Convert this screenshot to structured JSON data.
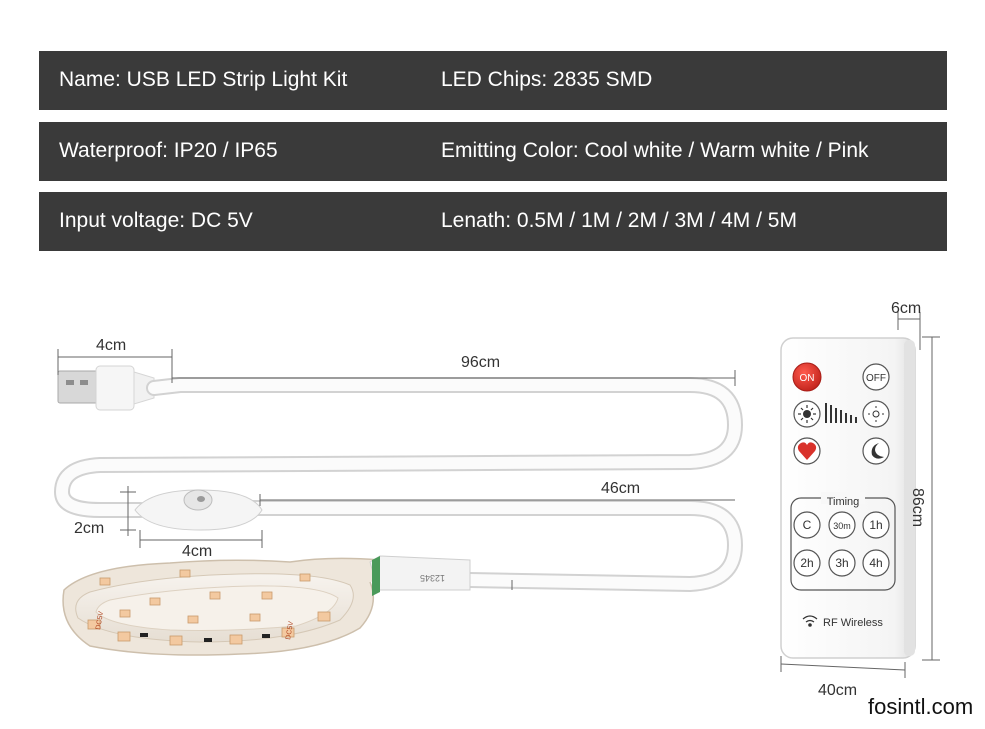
{
  "specs": {
    "row1": {
      "left": "Name: USB LED Strip Light Kit",
      "right": "LED Chips: 2835 SMD"
    },
    "row2": {
      "left": "Waterproof: IP20 / IP65",
      "right": "Emitting Color: Cool white / Warm white / Pink"
    },
    "row3": {
      "left": "Input voltage: DC 5V",
      "right": "Lenath: 0.5M / 1M / 2M / 3M / 4M / 5M"
    }
  },
  "dimensions": {
    "usb_length": "4cm",
    "cable_main": "96cm",
    "cable_second": "46cm",
    "switch_height": "2cm",
    "switch_width": "4cm",
    "remote_depth": "6cm",
    "remote_height": "86cm",
    "remote_width": "40cm"
  },
  "remote": {
    "on": "ON",
    "off": "OFF",
    "timing": "Timing",
    "timers": [
      "C",
      "30m",
      "1h",
      "2h",
      "3h",
      "4h"
    ],
    "rf_label": "RF Wireless"
  },
  "strip_print": {
    "label": "DC5V",
    "plug": "12345"
  },
  "watermark": "fosintl.com",
  "colors": {
    "bar_bg": "#3a3a3a",
    "on_button": "#d9322b",
    "led_warm": "#f3c9a0",
    "strip_base": "#f2ede6"
  }
}
